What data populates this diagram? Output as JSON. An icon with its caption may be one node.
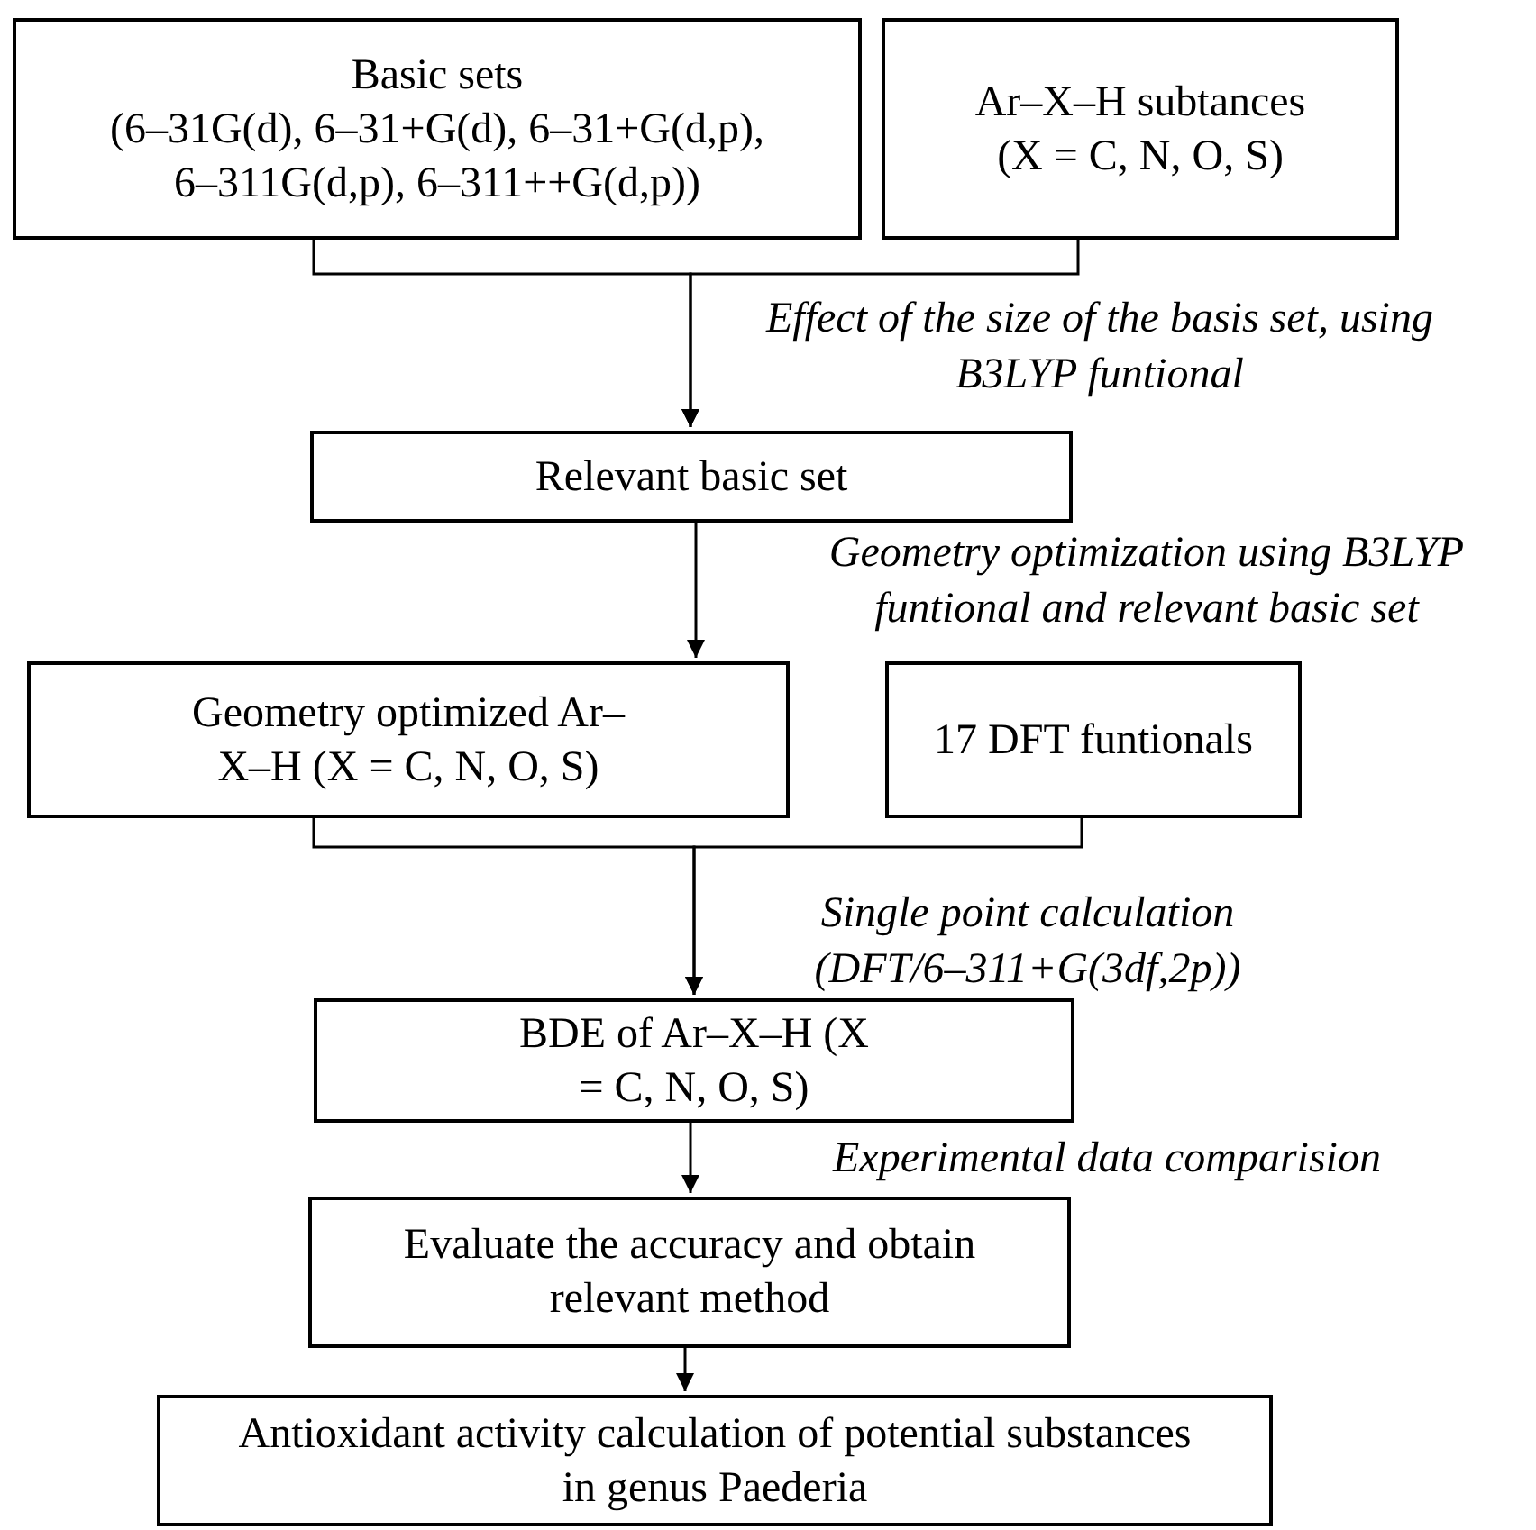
{
  "diagram": {
    "nodes": [
      {
        "text": [
          "Basic sets",
          "(6–31G(d), 6–31+G(d), 6–31+G(d,p), 6–311G(d,p), 6–311++G(d,p))"
        ]
      },
      {
        "text": [
          "Ar–X–H subtances (X = C, N, O, S)"
        ]
      },
      {
        "text": [
          "Relevant basic set"
        ]
      },
      {
        "text": [
          "Geometry optimized Ar–X–H (X = C, N, O, S)"
        ]
      },
      {
        "text": [
          "17 DFT funtionals"
        ]
      },
      {
        "text": [
          "BDE of Ar–X–H (X = C, N, O, S)"
        ]
      },
      {
        "text": [
          "Evaluate the accuracy and obtain relevant method"
        ]
      },
      {
        "text": [
          "Antioxidant activity calculation of potential substances in genus Paederia"
        ]
      }
    ],
    "edges": [
      {
        "from": 0,
        "to": 2,
        "arrow": "to",
        "label": "Effect of the size of the basis set, using B3LYP funtional"
      },
      {
        "from": 1,
        "to": 2,
        "arrow": "to"
      },
      {
        "from": 2,
        "to": 3,
        "arrow": "to",
        "label": "Geometry optimization using B3LYP funtional and relevant basic set"
      },
      {
        "from": 3,
        "to": 5,
        "arrow": "to",
        "label": "Single point calculation (DFT/6–311+G(3df,2p))"
      },
      {
        "from": 4,
        "to": 5,
        "arrow": "to"
      },
      {
        "from": 5,
        "to": 6,
        "arrow": "to",
        "label": "Experimental data comparision"
      },
      {
        "from": 6,
        "to": 7,
        "arrow": "to"
      }
    ]
  }
}
